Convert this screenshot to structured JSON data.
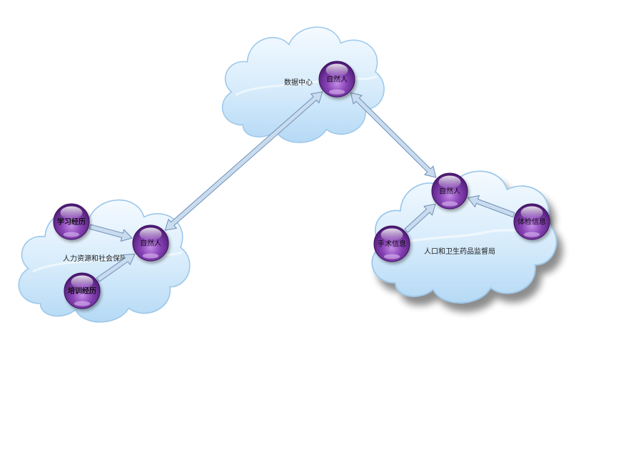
{
  "clouds": {
    "data_center": {
      "label": "数据中心"
    },
    "hr": {
      "label": "人力资源和社会保障"
    },
    "health": {
      "label": "人口和卫生药品监督局"
    }
  },
  "nodes": {
    "dc_person": {
      "label": "自然人"
    },
    "hr_person": {
      "label": "自然人"
    },
    "study_history": {
      "label": "学习经历"
    },
    "training_history": {
      "label": "培训经历"
    },
    "health_person": {
      "label": "自然人"
    },
    "surgery_info": {
      "label": "手术信息"
    },
    "checkup_info": {
      "label": "体检信息"
    }
  },
  "colors": {
    "cloud_fill_top": "#eef7ff",
    "cloud_fill_bottom": "#b9dcf7",
    "cloud_stroke": "#9cc7ea",
    "node_dark": "#4a1a70",
    "node_light": "#b27fd8",
    "arrow_fill": "#c9dcef",
    "arrow_stroke": "#6f8fb5"
  },
  "edges": [
    {
      "from": "hr_person",
      "to": "dc_person",
      "direction": "both"
    },
    {
      "from": "health_person",
      "to": "dc_person",
      "direction": "both"
    },
    {
      "from": "study_history",
      "to": "hr_person",
      "direction": "forward"
    },
    {
      "from": "training_history",
      "to": "hr_person",
      "direction": "forward"
    },
    {
      "from": "surgery_info",
      "to": "health_person",
      "direction": "forward"
    },
    {
      "from": "checkup_info",
      "to": "health_person",
      "direction": "forward"
    }
  ]
}
